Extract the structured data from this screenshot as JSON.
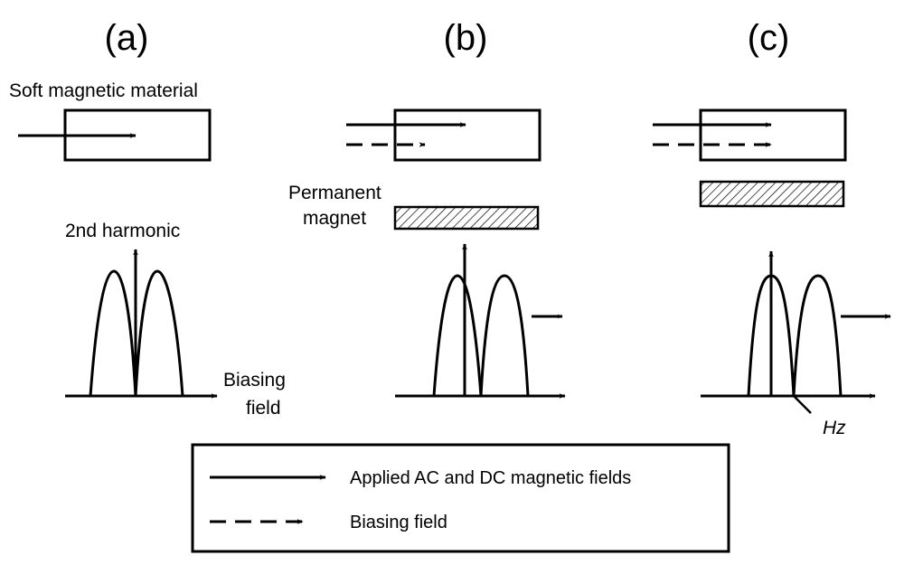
{
  "panels": {
    "a": {
      "label": "(a)"
    },
    "b": {
      "label": "(b)"
    },
    "c": {
      "label": "(c)"
    }
  },
  "labels": {
    "soft_material": "Soft magnetic material",
    "second_harmonic": "2nd harmonic",
    "biasing_field_line1": "Biasing",
    "biasing_field_line2": "field",
    "permanent_line1": "Permanent",
    "permanent_line2": "magnet",
    "hz": "Hz"
  },
  "legend": {
    "solid_label": "Applied AC and DC magnetic fields",
    "dashed_label": "Biasing field"
  }
}
